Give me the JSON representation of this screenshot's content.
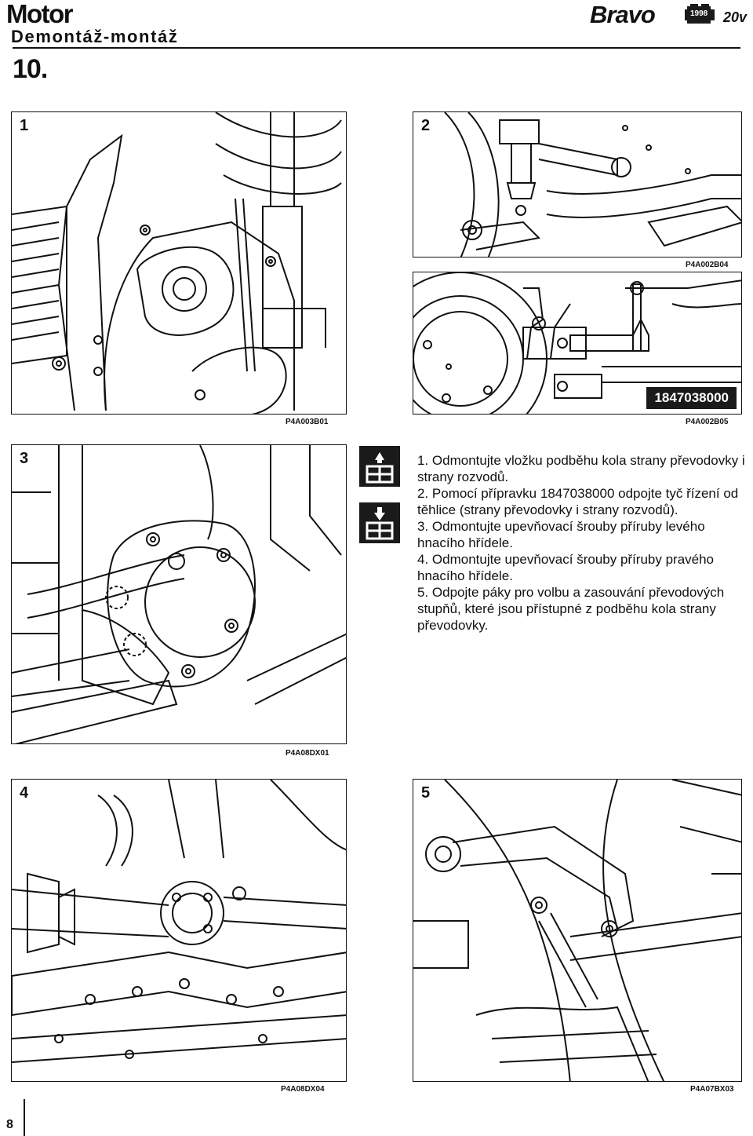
{
  "header": {
    "section": "Motor",
    "subsection": "Demontáž-montáž",
    "chapter": "10.",
    "model": "Bravo",
    "year": "1998",
    "engine_variant": "20v"
  },
  "figures": [
    {
      "number": "1",
      "code": "P4A003B01"
    },
    {
      "number": "2",
      "code": "P4A002B04"
    },
    {
      "number": "",
      "code": "P4A002B05",
      "tool": "1847038000"
    },
    {
      "number": "3",
      "code": "P4A08DX01"
    },
    {
      "number": "4",
      "code": "P4A08DX04"
    },
    {
      "number": "5",
      "code": "P4A07BX03"
    }
  ],
  "icons": {
    "remove": "remove-component-icon",
    "install": "install-component-icon"
  },
  "steps": [
    {
      "n": "1.",
      "text": "Odmontujte vložku podběhu kola strany převodovky i strany rozvodů."
    },
    {
      "n": "2.",
      "text": "Pomocí přípravku 1847038000 odpojte tyč řízení od těhlice (strany převodovky i strany rozvodů)."
    },
    {
      "n": "3.",
      "text": "Odmontujte upevňovací šrouby příruby levého hnacího hřídele."
    },
    {
      "n": "4.",
      "text": "Odmontujte upevňovací šrouby příruby pravého hnacího hřídele."
    },
    {
      "n": "5.",
      "text": "Odpojte páky pro volbu a zasouvání převodových stupňů, které jsou přístupné z podběhu kola strany převodovky."
    }
  ],
  "page_number": "8"
}
